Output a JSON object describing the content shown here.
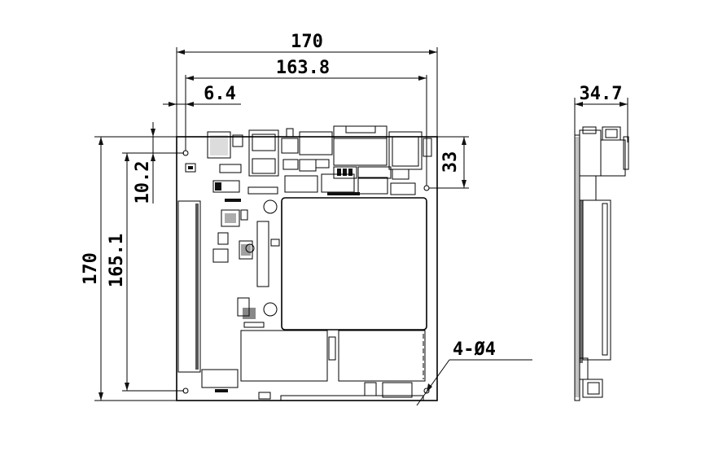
{
  "dimensions": {
    "overall_width": "170",
    "hole_spacing_width": "163.8",
    "hole_offset_x": "6.4",
    "hole_offset_y": "10.2",
    "overall_height": "170",
    "hole_spacing_height": "165.1",
    "top_hole_drop": "33",
    "side_thickness": "34.7",
    "mounting_holes": "4-Ø4"
  }
}
